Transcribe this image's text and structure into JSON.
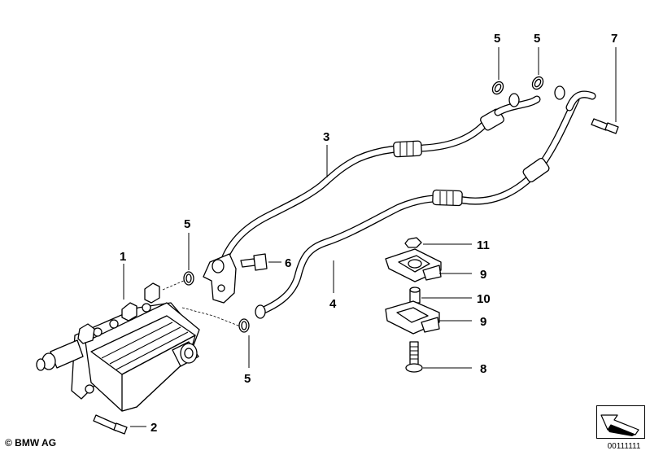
{
  "diagram": {
    "copyright": "© BMW AG",
    "diagram_id": "00111111",
    "callouts": [
      {
        "id": "c1",
        "label": "1"
      },
      {
        "id": "c2",
        "label": "2"
      },
      {
        "id": "c3",
        "label": "3"
      },
      {
        "id": "c4",
        "label": "4"
      },
      {
        "id": "c5a",
        "label": "5"
      },
      {
        "id": "c5b",
        "label": "5"
      },
      {
        "id": "c5c",
        "label": "5"
      },
      {
        "id": "c5d",
        "label": "5"
      },
      {
        "id": "c6",
        "label": "6"
      },
      {
        "id": "c7",
        "label": "7"
      },
      {
        "id": "c8",
        "label": "8"
      },
      {
        "id": "c9a",
        "label": "9"
      },
      {
        "id": "c9b",
        "label": "9"
      },
      {
        "id": "c10",
        "label": "10"
      },
      {
        "id": "c11",
        "label": "11"
      }
    ],
    "icons": {
      "navigation": "arrow-icon"
    }
  }
}
